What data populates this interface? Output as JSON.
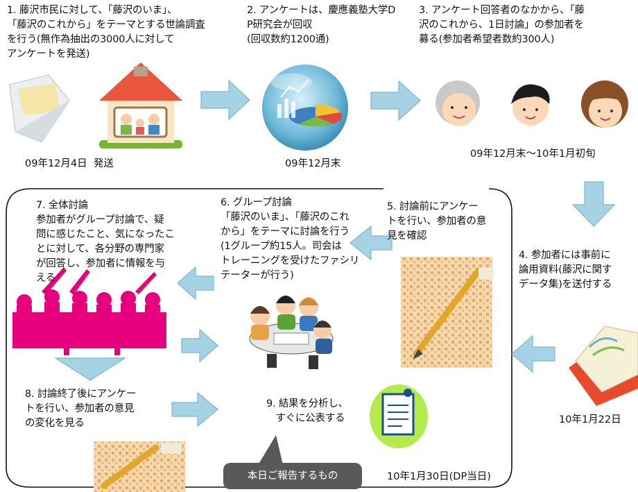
{
  "steps": {
    "s1": "1. 藤沢市民に対して、「藤沢のいま」、\n「藤沢のこれから」をテーマとする世論調査\nを行う(無作為抽出の3000人に対して\nアンケートを発送)",
    "s2": "2. アンケートは、慶應義塾大学D\nP研究会が回収\n(回収数約1200通)",
    "s3": "3. アンケート回答者のなかから、「藤\n沢のこれから、1日討論」の参加者を\n募る(参加者希望者数約300人)",
    "s4": "4. 参加者には事前に\n論用資料(藤沢に関す\nデータ集)を送付する",
    "s5": "5. 討論前にアンケー\nトを行い、参加者の意\n見を確認",
    "s6": "6. グループ討論\n「藤沢のいま」、「藤沢のこれ\nから」をテーマに討論を行う\n(1グループ約15人。司会は\nトレーニングを受けたファシリ\nテーターが行う)",
    "s7": "7. 全体討論\n参加者がグループ討論で、疑\n問に感じたこと、気になったこ\nとに対して、各分野の専門家\nが回答し、参加者に情報を与\nえる",
    "s8": "8. 討論終了後にアンケー\nトを行い、参加者の意見\nの変化を見る",
    "s9": "9. 結果を分析し、\n   すぐに公表する"
  },
  "dates": {
    "d1": "09年12月4日  発送",
    "d2": "09年12月末",
    "d3": "09年12月末〜10年1月初旬",
    "d4": "10年1月22日",
    "d5": "10年1月30日(DP当日)"
  },
  "callout": "本日ご報告するもの",
  "colors": {
    "arrow_fill": "#a6d3e3",
    "arrow_stroke": "#7ab6cc",
    "crowd": "#e6007e",
    "callout_bg": "#595959",
    "memo_bg": "#b5ea4c"
  }
}
